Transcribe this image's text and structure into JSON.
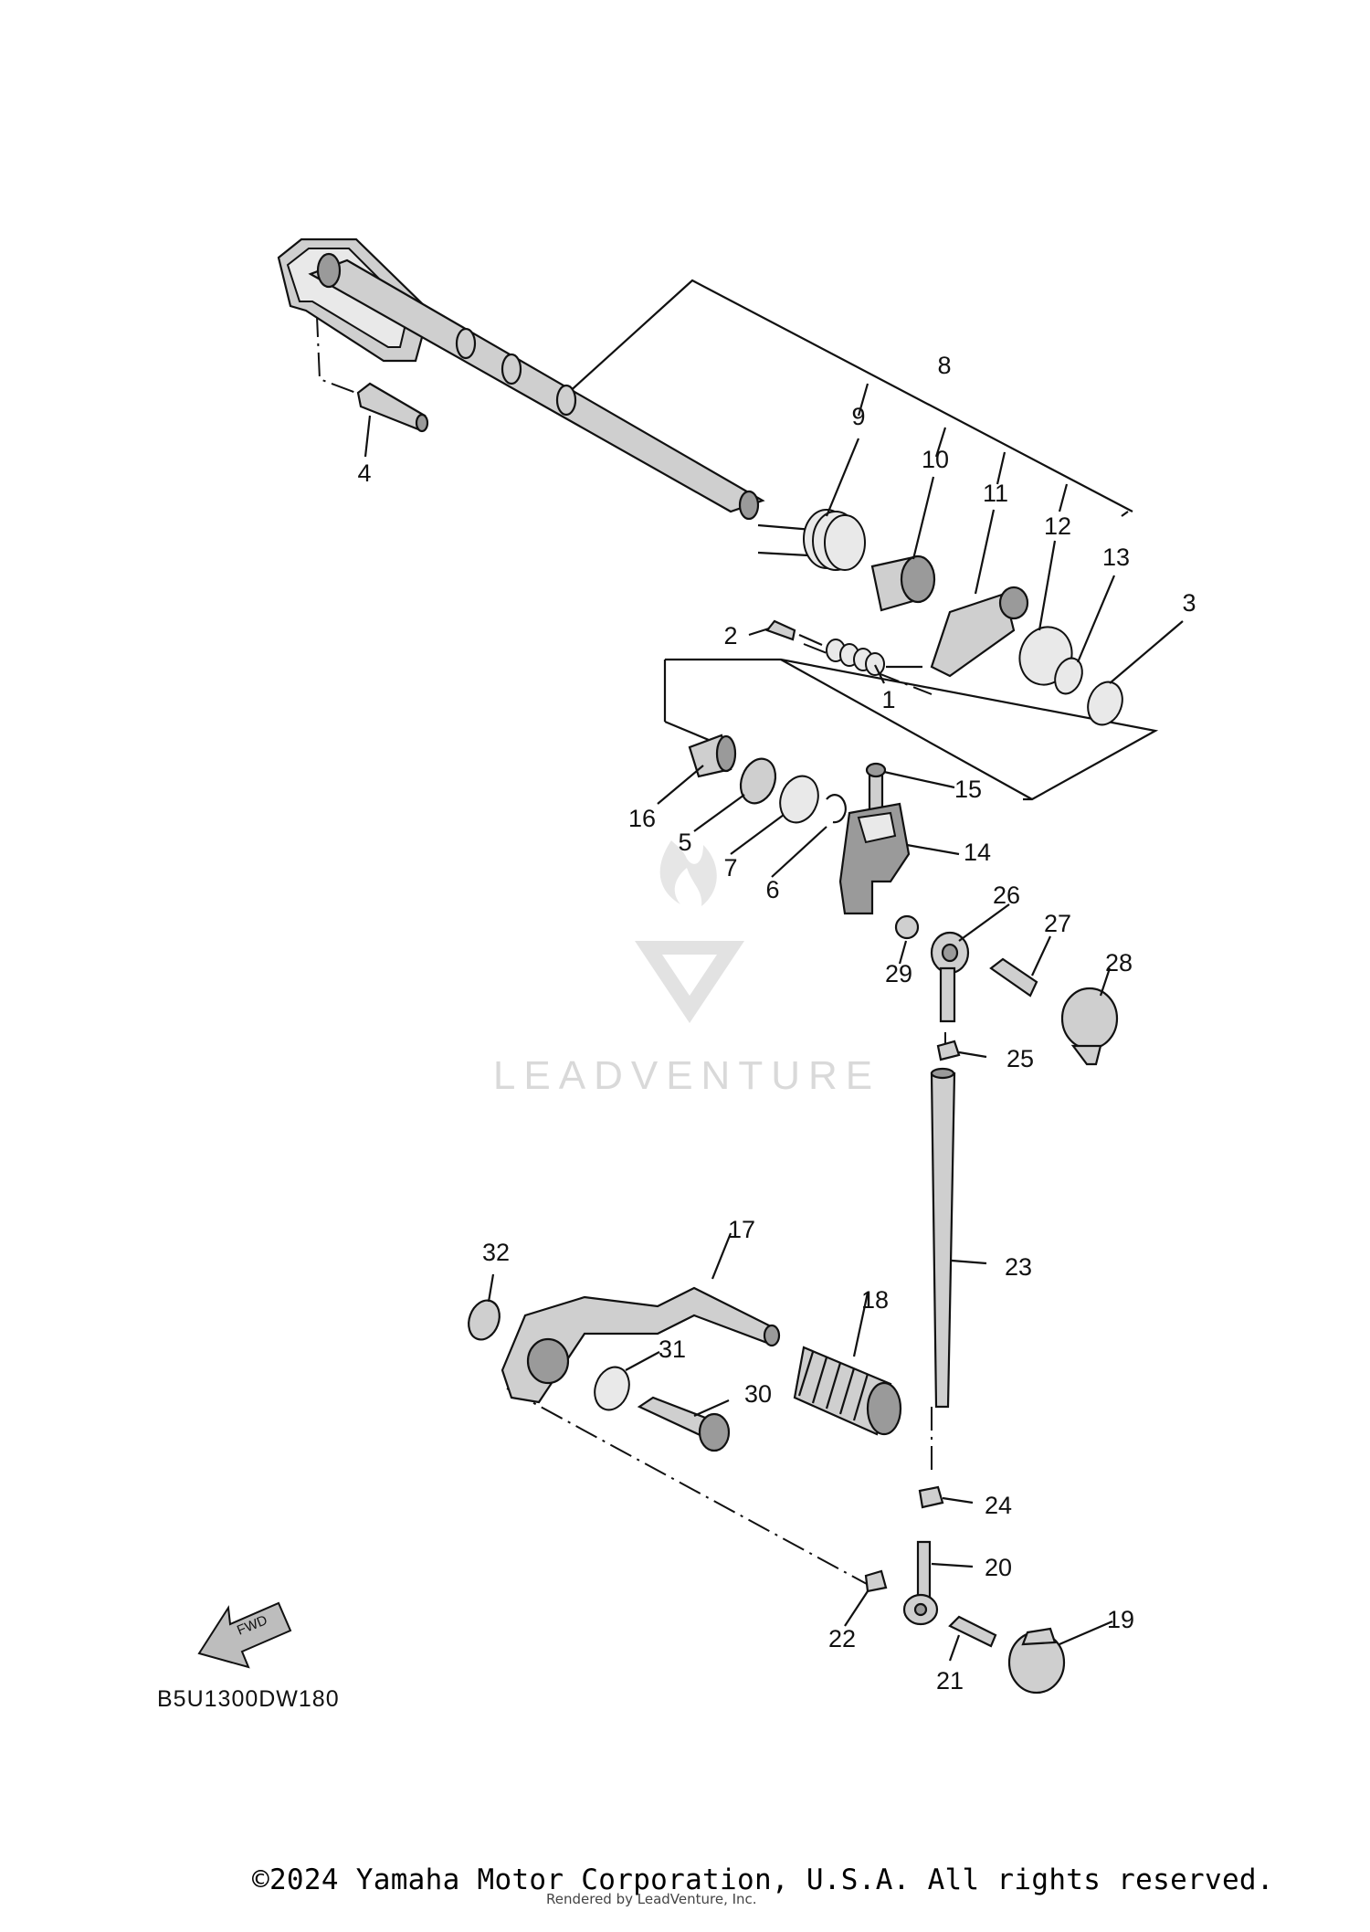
{
  "diagram_code": "B5U1300DW180",
  "fwd_label": "FWD",
  "watermark": {
    "brand": "LEADVENTURE"
  },
  "footer": {
    "copyright": "©2024 Yamaha Motor Corporation, U.S.A. All rights reserved.",
    "rendered_by": "Rendered by LeadVenture, Inc."
  },
  "callouts": {
    "p1": "1",
    "p2": "2",
    "p3": "3",
    "p4": "4",
    "p5": "5",
    "p6": "6",
    "p7": "7",
    "p8": "8",
    "p9": "9",
    "p10": "10",
    "p11": "11",
    "p12": "12",
    "p13": "13",
    "p14": "14",
    "p15": "15",
    "p16": "16",
    "p17": "17",
    "p18": "18",
    "p19": "19",
    "p20": "20",
    "p21": "21",
    "p22": "22",
    "p23": "23",
    "p24": "24",
    "p25": "25",
    "p26": "26",
    "p27": "27",
    "p28": "28",
    "p29": "29",
    "p30": "30",
    "p31": "31",
    "p32": "32"
  }
}
